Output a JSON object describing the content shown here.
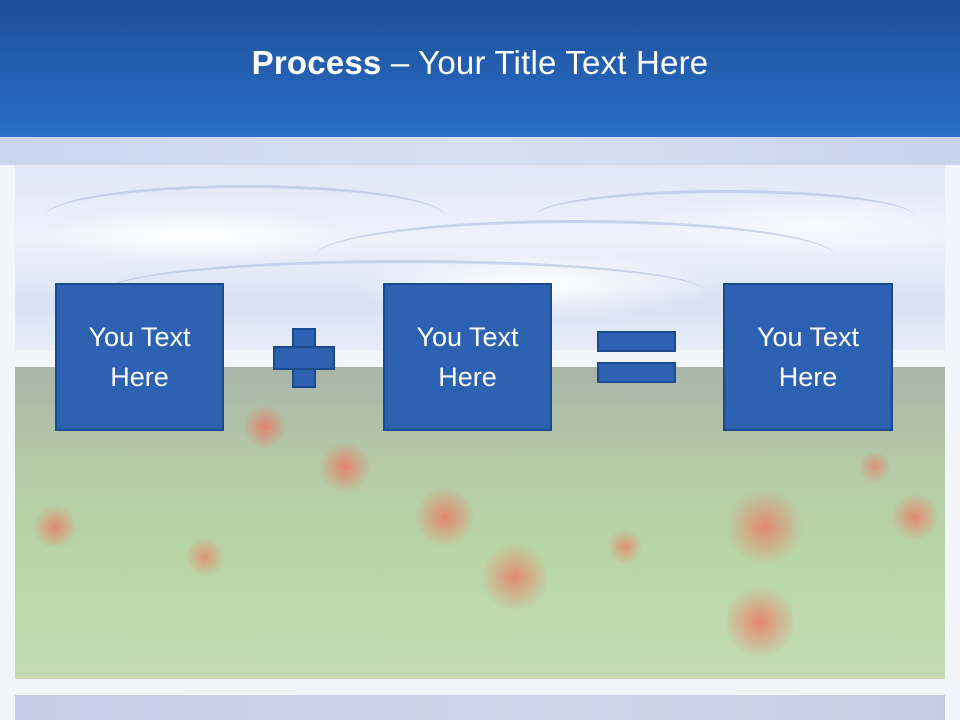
{
  "slide": {
    "title_strong": "Process",
    "title_rest": " – Your Title Text Here"
  },
  "process": {
    "items": [
      {
        "label": "You Text\nHere"
      },
      {
        "label": "You Text\nHere"
      },
      {
        "label": "You Text\nHere"
      }
    ],
    "operators": [
      "plus-icon",
      "equals-icon"
    ]
  },
  "colors": {
    "header_top": "#1d4f9a",
    "header_bottom": "#2a6ec6",
    "box_fill": "#2d62b3",
    "box_border": "#1c4a8f",
    "text": "#ffffff"
  }
}
